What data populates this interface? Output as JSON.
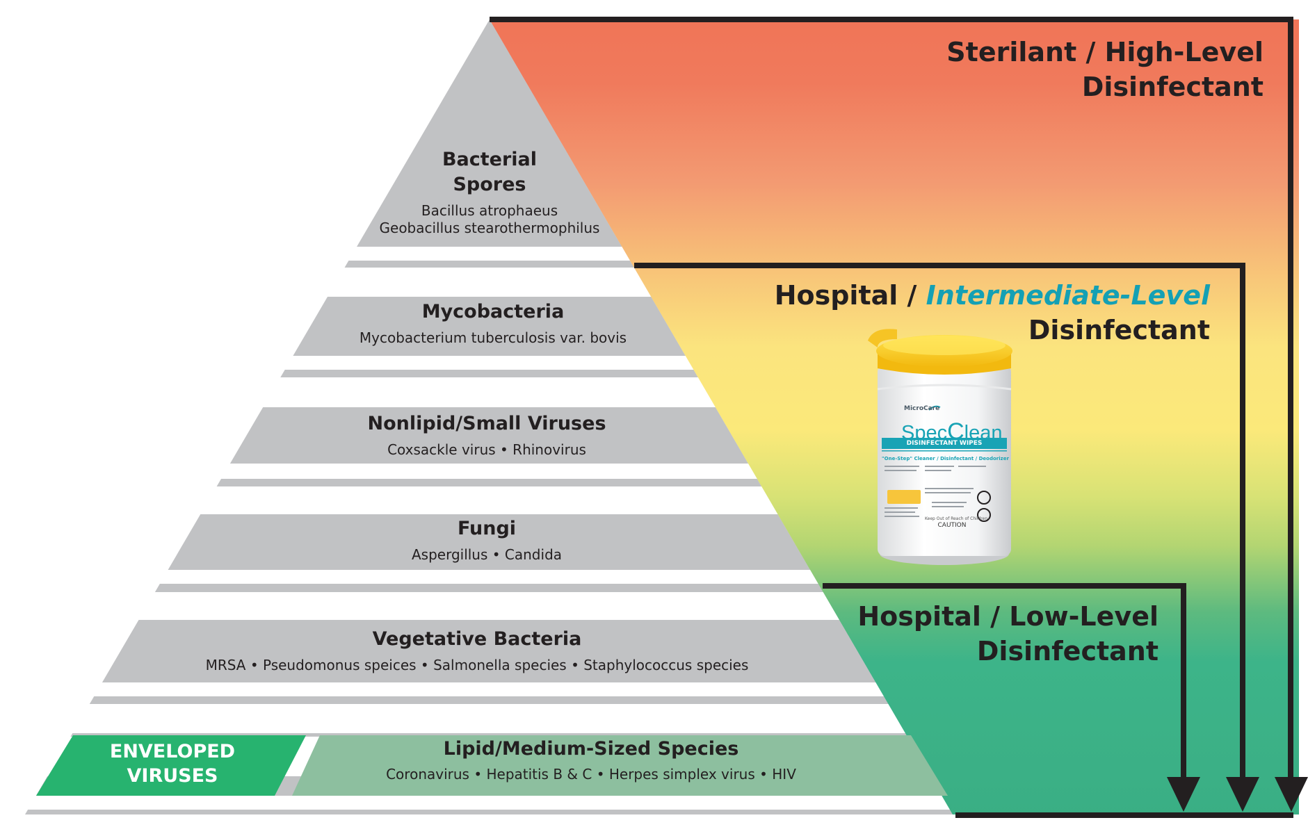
{
  "tiers": [
    {
      "title_1": "Bacterial",
      "title_2": "Spores",
      "line_1": "Bacillus atrophaeus",
      "line_2": "Geobacillus stearothermophilus"
    },
    {
      "title": "Mycobacteria",
      "line_1": "Mycobacterium tuberculosis var. bovis"
    },
    {
      "title": "Nonlipid/Small Viruses",
      "line_1": "Coxsackle virus  •  Rhinovirus"
    },
    {
      "title": "Fungi",
      "line_1": "Aspergillus  •  Candida"
    },
    {
      "title": "Vegetative Bacteria",
      "line_1": "MRSA  •  Pseudomonus speices  •  Salmonella species  •  Staphylococcus species"
    },
    {
      "title": "Lipid/Medium-Sized Species",
      "line_1": "Coronavirus  •  Hepatitis B & C  •  Herpes simplex virus  •  HIV"
    }
  ],
  "enveloped": {
    "line_1": "ENVELOPED",
    "line_2": "VIRUSES"
  },
  "levels": {
    "sterilant": {
      "line_1": "Sterilant / High-Level",
      "line_2": "Disinfectant"
    },
    "intermediate": {
      "prefix": "Hospital / ",
      "emphasis": "Intermediate-Level",
      "line_2": "Disinfectant"
    },
    "low": {
      "line_1": "Hospital / Low-Level",
      "line_2": "Disinfectant"
    }
  },
  "product": {
    "brand": "MicroCare",
    "name_a": "Spec",
    "name_b": "lean",
    "band": "DISINFECTANT WIPES",
    "tagline": "\"One-Step\" Cleaner / Disinfectant / Deodorizer",
    "caution": "CAUTION",
    "reach": "Keep Out of Reach of Children"
  },
  "colors": {
    "high": "#f07a5c",
    "mid": "#fbe97a",
    "low": "#3db489",
    "tier_gray": "#c1c2c4",
    "lipid_band": "#8dbf9f",
    "enveloped_green": "#27b36f",
    "frame": "#231f20",
    "accent": "#14a0b4"
  }
}
